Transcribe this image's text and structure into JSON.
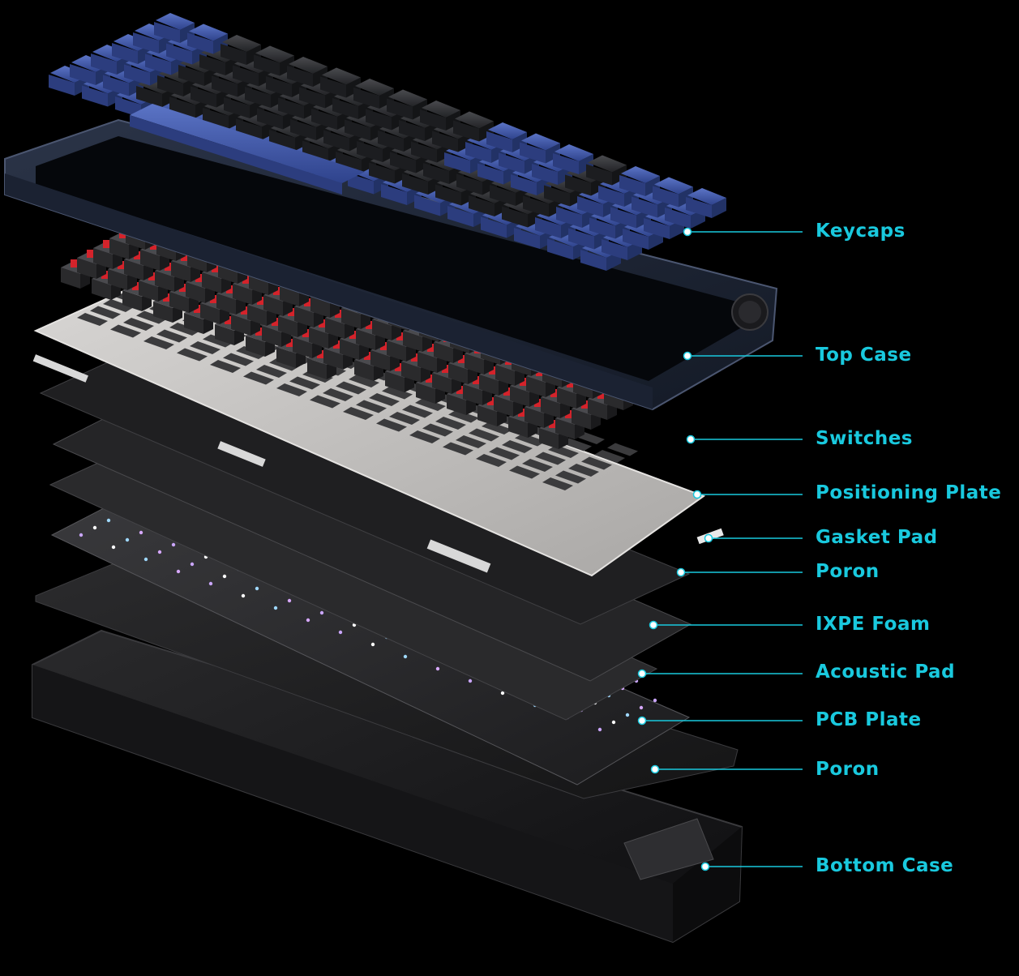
{
  "accent_color": "#19c9de",
  "callouts": [
    {
      "label": "Keycaps"
    },
    {
      "label": "Top Case"
    },
    {
      "label": "Switches"
    },
    {
      "label": "Positioning Plate"
    },
    {
      "label": "Gasket Pad"
    },
    {
      "label": "Poron"
    },
    {
      "label": "IXPE Foam"
    },
    {
      "label": "Acoustic Pad"
    },
    {
      "label": "PCB Plate"
    },
    {
      "label": "Poron"
    },
    {
      "label": "Bottom Case"
    }
  ]
}
